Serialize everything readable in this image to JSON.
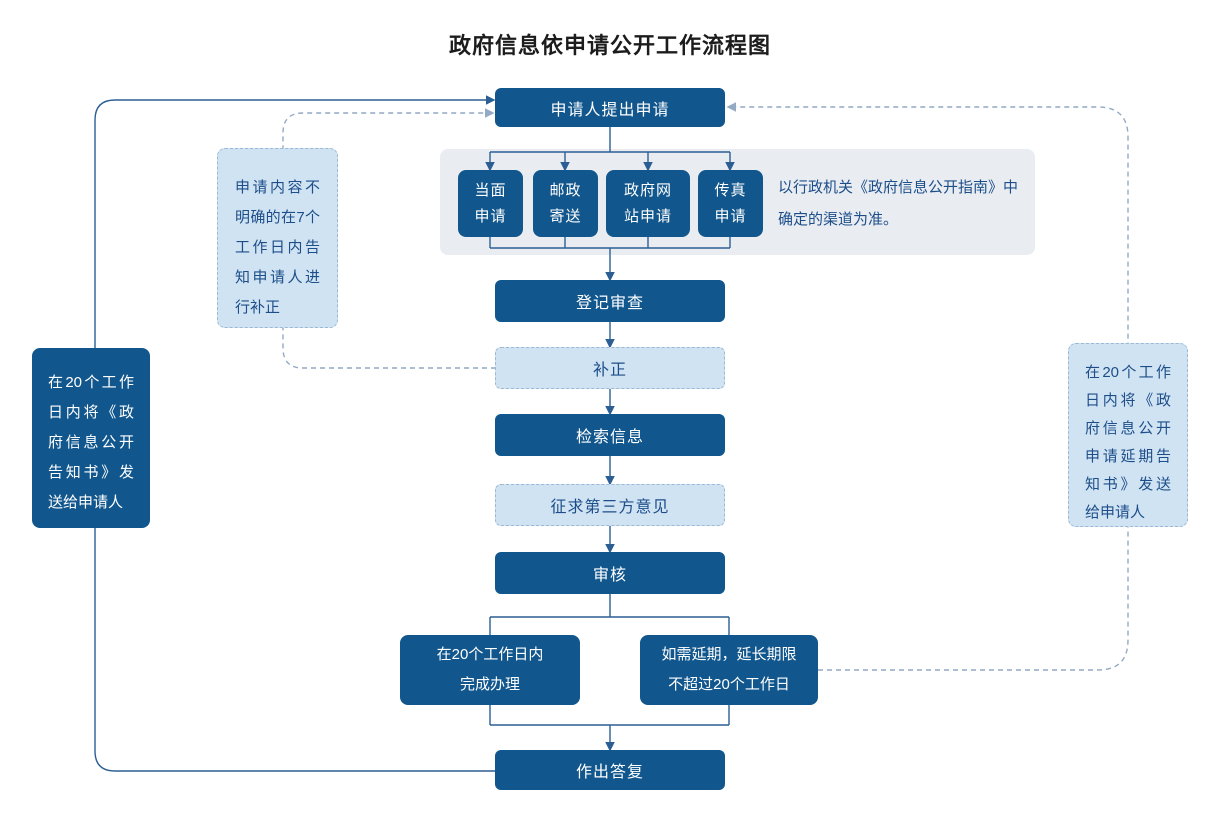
{
  "title": "政府信息依申请公开工作流程图",
  "nodes": {
    "apply": "申请人提出申请",
    "channels": [
      {
        "label": "当面\n申请"
      },
      {
        "label": "邮政\n寄送"
      },
      {
        "label": "政府网\n站申请"
      },
      {
        "label": "传真\n申请"
      }
    ],
    "channel_note": "以行政机关《政府信息公开指南》中确定的渠道为准。",
    "register": "登记审查",
    "supplement": "补正",
    "search": "检索信息",
    "third_party": "征求第三方意见",
    "review": "审核",
    "complete": "在20个工作日内\n完成办理",
    "extend": "如需延期，延长期限\n不超过20个工作日",
    "reply": "作出答复",
    "left_notice": "在20个工作日内将《政府信息公开告知书》发送给申请人",
    "correction_note": "申请内容不明确的在7个工作日内告知申请人进行补正",
    "right_notice": "在20个工作日内将《政府信息公开申请延期告知书》发送给申请人"
  },
  "colors": {
    "node_primary": "#11568c",
    "node_light_fill": "#d0e3f3",
    "node_light_border": "#9bb8d4",
    "note_text": "#1d4e89",
    "channel_container": "#e9edf2",
    "solid_connector": "#2b5f94",
    "dashed_connector": "#93a9c4"
  }
}
